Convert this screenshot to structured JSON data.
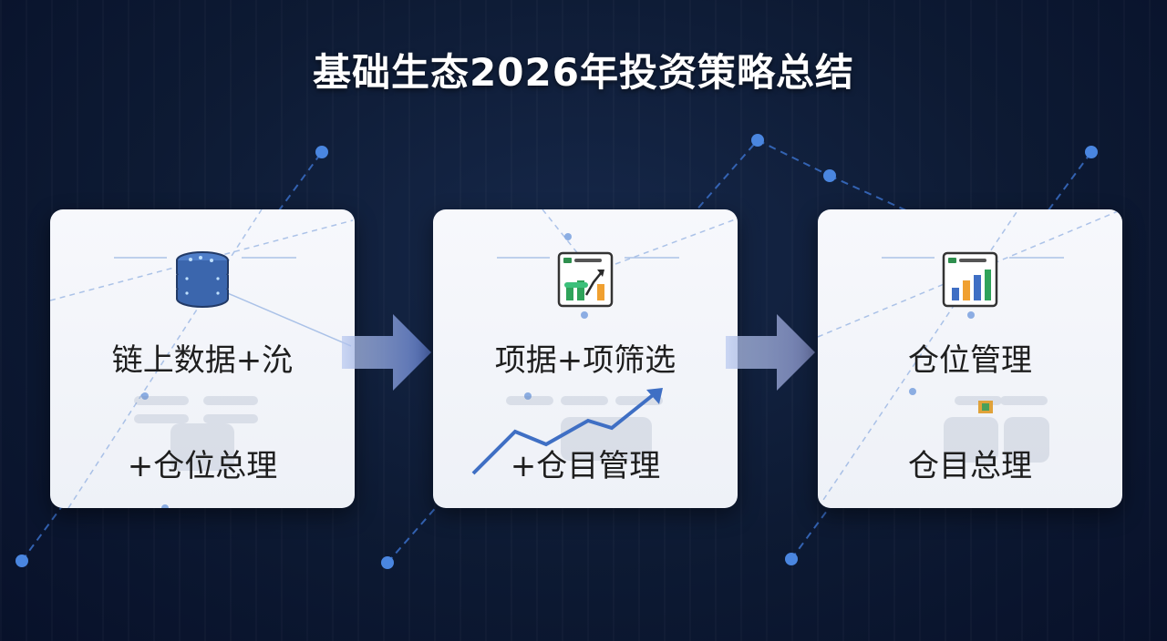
{
  "title": "基础生态2026年投资策略总结",
  "steps": [
    {
      "line1": "链上数据+沇",
      "line2": "+仓位总理",
      "icon": "database-icon"
    },
    {
      "line1": "项据+项筛选",
      "line2": "+仓目管理",
      "icon": "chart-board-icon"
    },
    {
      "line1": "仓位管理",
      "line2": "仓目总理",
      "icon": "bar-chart-icon"
    }
  ],
  "colors": {
    "background": "#0d1a33",
    "card": "#f3f5fa",
    "arrow": "#5d77b8",
    "accent": "#3f6fc4"
  }
}
